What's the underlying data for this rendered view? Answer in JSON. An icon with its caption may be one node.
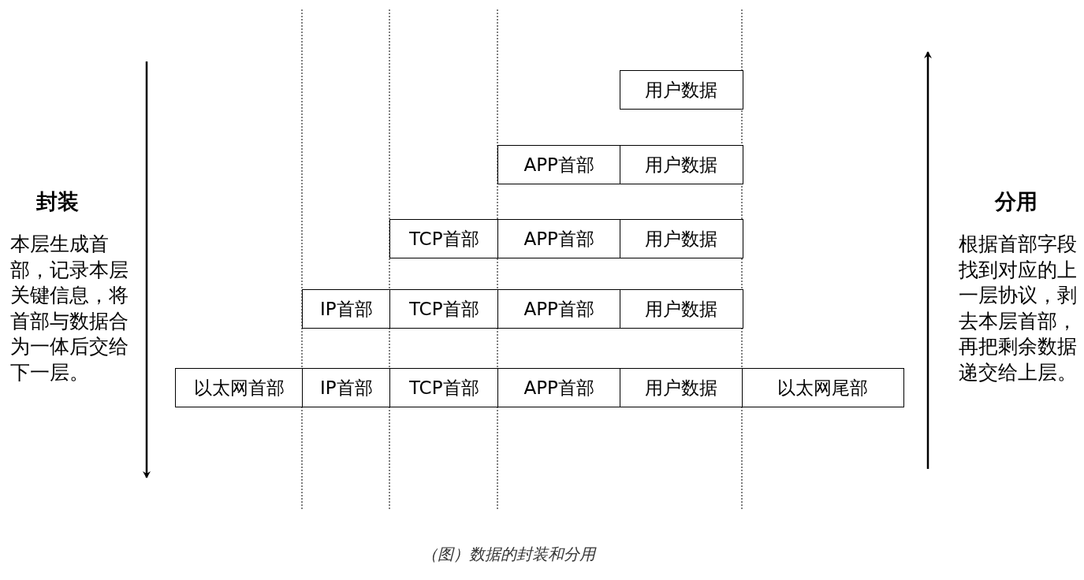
{
  "diagram": {
    "caption": "（图）数据的封装和分用",
    "nodes": [
      {
        "text": [
          "用户数据"
        ]
      },
      {
        "text": [
          "APP首部"
        ]
      },
      {
        "text": [
          "用户数据"
        ]
      },
      {
        "text": [
          "TCP首部"
        ]
      },
      {
        "text": [
          "APP首部"
        ]
      },
      {
        "text": [
          "用户数据"
        ]
      },
      {
        "text": [
          "IP首部"
        ]
      },
      {
        "text": [
          "TCP首部"
        ]
      },
      {
        "text": [
          "APP首部"
        ]
      },
      {
        "text": [
          "用户数据"
        ]
      },
      {
        "text": [
          "以太网首部"
        ]
      },
      {
        "text": [
          "IP首部"
        ]
      },
      {
        "text": [
          "TCP首部"
        ]
      },
      {
        "text": [
          "APP首部"
        ]
      },
      {
        "text": [
          "用户数据"
        ]
      },
      {
        "text": [
          "以太网尾部"
        ]
      }
    ],
    "edges": [],
    "labels": [
      "封装",
      "本层生成首部，记录本层关键信息，将首部与数据合为一体后交给下一层。",
      "分用",
      "根据首部字段找到对应的上一层协议，剥去本层首部，再把剩余数据递交给上层。"
    ]
  }
}
